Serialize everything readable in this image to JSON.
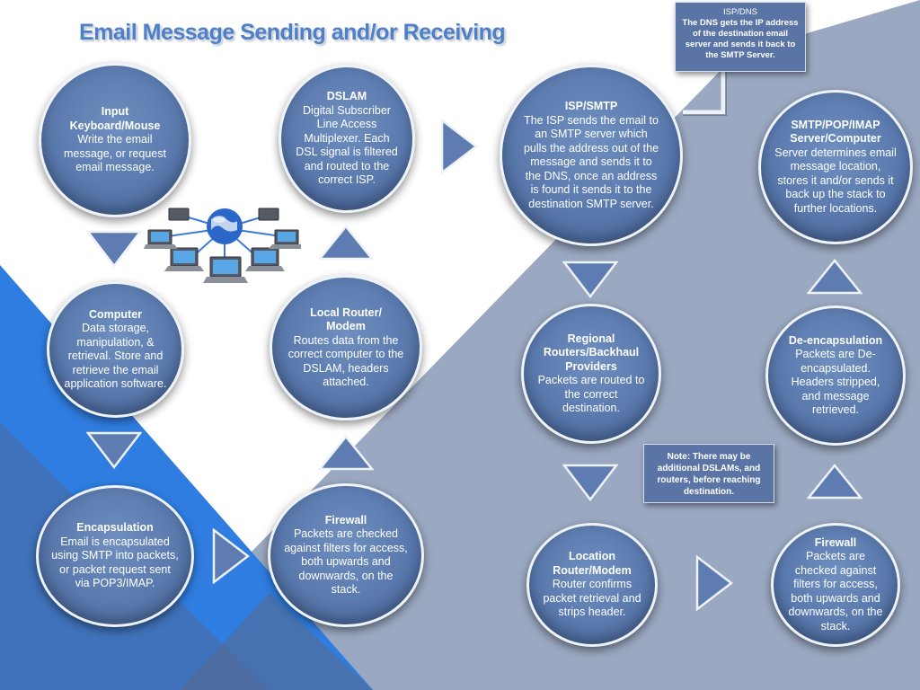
{
  "title": "Email Message Sending and/or Receiving",
  "nodes": {
    "input": {
      "heading": "Input\nKeyboard/Mouse",
      "body": "Write the email message, or request email message."
    },
    "computer": {
      "heading": "Computer",
      "body": "Data storage, manipulation, & retrieval. Store and retrieve the email application software."
    },
    "encapsulation": {
      "heading": "Encapsulation",
      "body": "Email is encapsulated using SMTP into packets, or packet request sent via POP3/IMAP."
    },
    "firewall_left": {
      "heading": "Firewall",
      "body": "Packets are checked against filters for access, both upwards and downwards, on the stack."
    },
    "local_router": {
      "heading": "Local Router/\nModem",
      "body": "Routes data from the correct computer to the DSLAM, headers attached."
    },
    "dslam": {
      "heading": "DSLAM",
      "body": "Digital Subscriber Line Access Multiplexer. Each DSL signal is filtered and routed to the correct ISP."
    },
    "isp_smtp": {
      "heading": "ISP/SMTP",
      "body": "The ISP sends the email to an SMTP server which pulls the address out of the message and sends it to the DNS, once  an address is found it sends it to the destination SMTP server."
    },
    "regional": {
      "heading": "Regional\nRouters/Backhaul\nProviders",
      "body": "Packets are routed to the correct destination."
    },
    "location_router": {
      "heading": "Location\nRouter/Modem",
      "body": "Router confirms packet retrieval and strips header."
    },
    "firewall_right": {
      "heading": "Firewall",
      "body": "Packets are checked against filters for access, both upwards and downwards, on the stack."
    },
    "decapsulation": {
      "heading": "De-encapsulation",
      "body": "Packets are De-encapsulated. Headers stripped, and message retrieved."
    },
    "smtp_server": {
      "heading": "SMTP/POP/IMAP\nServer/Computer",
      "body": "Server determines email message location, stores it and/or sends it back up the stack to further locations."
    }
  },
  "notes": {
    "isp_dns": {
      "line1": "ISP/DNS",
      "line2": "The DNS gets the IP address of the destination email server and sends it back to the SMTP Server."
    },
    "dslam_note": {
      "line1": "Note: There may be additional DSLAMs, and routers, before reaching destination."
    }
  },
  "colors": {
    "title": "#4f7fc6",
    "circle_fill": "#5a79ad",
    "circle_border": "#eef2f9",
    "arrow_fill": "#5f7cb2",
    "background_grey": "#9aa8c1",
    "background_blue": "#2f7de0",
    "background_slate": "#5f6f93"
  },
  "icons": {
    "network": "globe-network-laptops-icon"
  }
}
